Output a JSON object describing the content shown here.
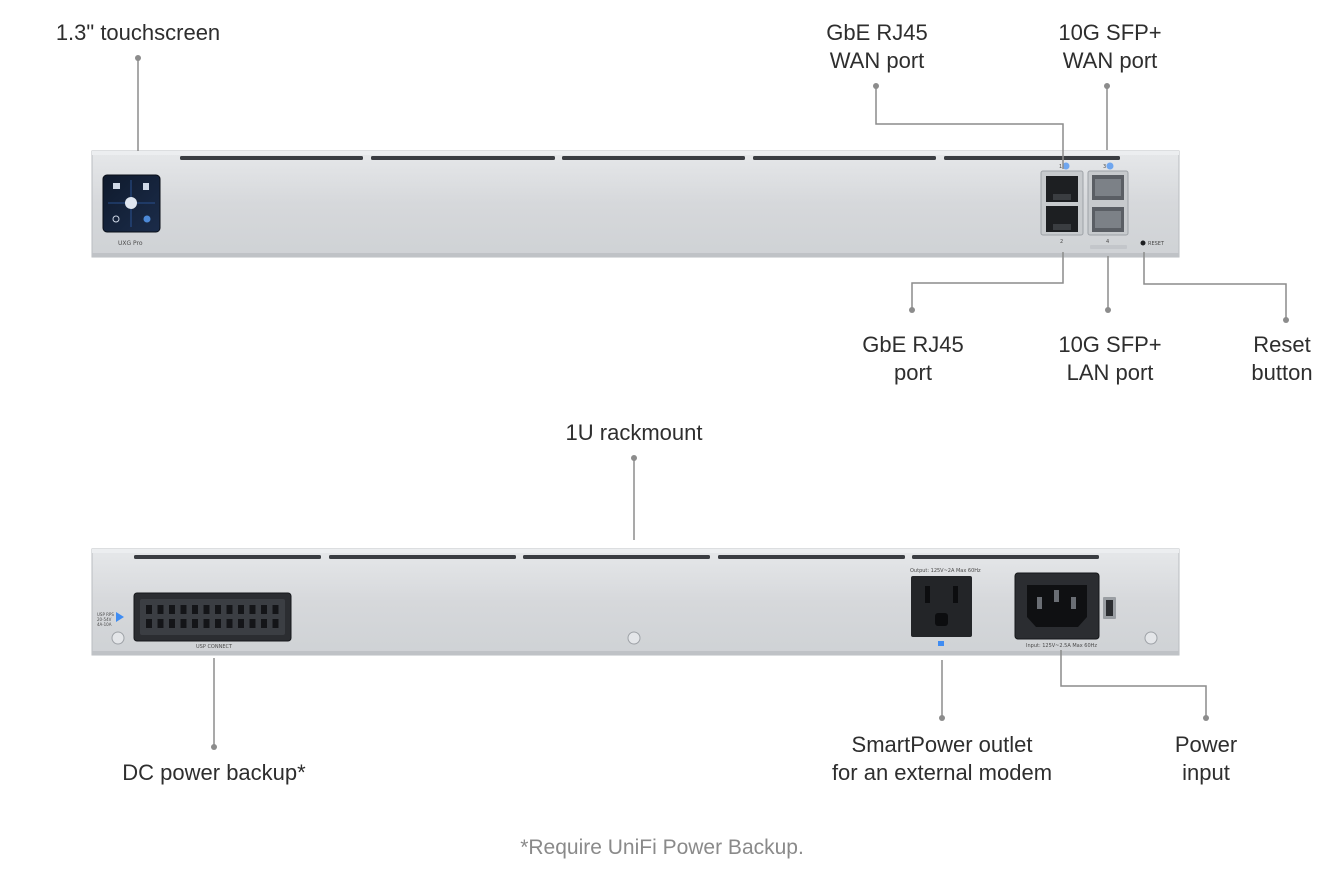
{
  "front_labels": {
    "touchscreen": [
      "1.3\" touchscreen"
    ],
    "wan_rj45": [
      "GbE RJ45",
      "WAN port"
    ],
    "wan_sfp": [
      "10G SFP+",
      "WAN port"
    ],
    "lan_rj45": [
      "GbE RJ45",
      "port"
    ],
    "lan_sfp": [
      "10G SFP+",
      "LAN port"
    ],
    "reset": [
      "Reset",
      "button"
    ]
  },
  "rear_labels": {
    "rackmount": [
      "1U rackmount"
    ],
    "dc_backup": [
      "DC power backup*"
    ],
    "smartpower": [
      "SmartPower outlet",
      "for an external modem"
    ],
    "power_input": [
      "Power",
      "input"
    ]
  },
  "footnote": "*Require UniFi Power Backup.",
  "device_text": {
    "model": "UXG Pro",
    "reset": "RESET",
    "port1": "1",
    "port2": "2",
    "port3": "3",
    "port4": "4",
    "usp": "USP CONNECT",
    "outlet_rating": "Output: 125V~2A Max 60Hz",
    "input_rating": "Input: 125V~2.5A Max 60Hz",
    "usp_side": "USP RPS",
    "usp_side2": "20-54V",
    "usp_side3": "4A-10A"
  },
  "colors": {
    "chassis": "#d8dadd",
    "chassis_edge": "#b9bcc0",
    "leader": "#8c8c8c",
    "accent_blue": "#3f8cf2"
  }
}
